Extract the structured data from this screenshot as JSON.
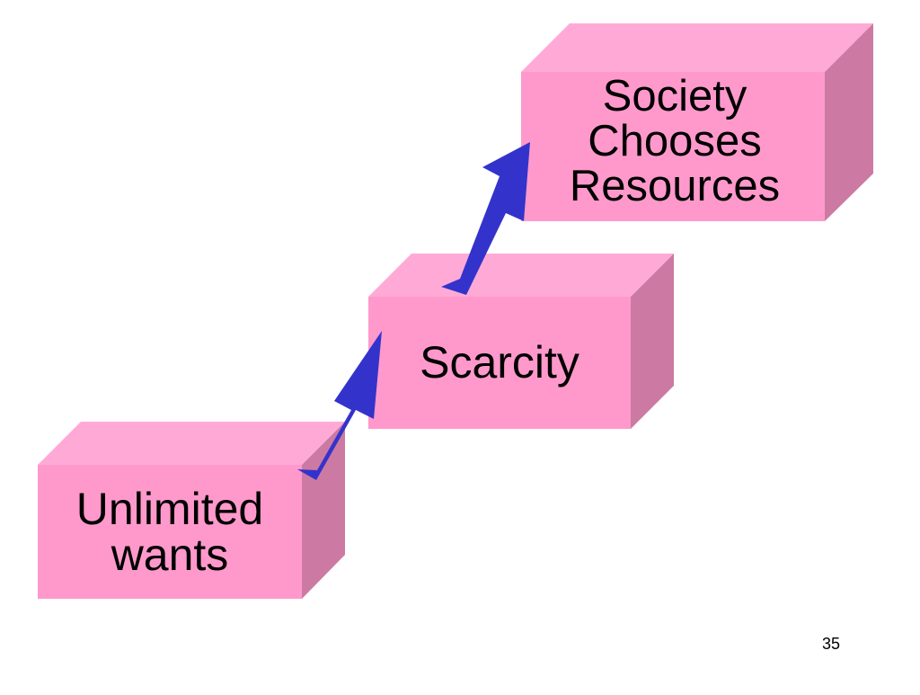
{
  "slide": {
    "page_number": "35",
    "steps": [
      {
        "lines": [
          "Unlimited",
          "wants"
        ]
      },
      {
        "lines": [
          "Scarcity"
        ]
      },
      {
        "lines": [
          "Society",
          "Chooses",
          "Resources"
        ]
      }
    ]
  },
  "colors": {
    "box_front": "#FF99CC",
    "box_top": "#FFAAD6",
    "box_side": "#CC7AA3",
    "arrow": "#3333CC"
  },
  "icons": [
    "arrow-up-right-icon",
    "arrow-up-right-icon"
  ]
}
